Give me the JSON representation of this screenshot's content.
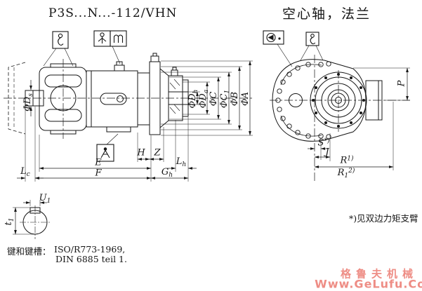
{
  "titles": {
    "left": "P3S...N...-112/VHN",
    "right": "空心轴，法兰"
  },
  "left_view": {
    "dims": {
      "ds": {
        "main": "ΦD",
        "sub": "s"
      },
      "dh": {
        "main": "ΦD",
        "sub": "h"
      },
      "da": {
        "main": "ΦD",
        "sub": "a"
      },
      "c": {
        "main": "ΦC",
        "sub": ""
      },
      "c1": {
        "main": "ΦC",
        "sub": "1"
      },
      "b": {
        "main": "ΦB",
        "sub": ""
      },
      "a": {
        "main": "ΦA",
        "sub": ""
      },
      "h": "H",
      "z": "Z",
      "e": "E",
      "f": "F",
      "lc": {
        "main": "L",
        "sub": "c"
      },
      "gh": {
        "main": "G",
        "sub": "h"
      },
      "lh": {
        "main": "L",
        "sub": "h"
      }
    },
    "icons": [
      "lifting-hook-icon",
      "breather-plug-icon",
      "oil-level-plug-icon",
      "oil-drain-plug-icon"
    ]
  },
  "right_view": {
    "dims": {
      "p": "P",
      "s": {
        "main": "S",
        "sup": "*)"
      },
      "j": "J",
      "r1": {
        "main": "R",
        "sup": "1)"
      },
      "r2": {
        "main": "R",
        "sub": "1",
        "sup": "2)"
      }
    },
    "icons": [
      "rotation-direction-icon",
      "lifting-hook-icon"
    ]
  },
  "key_detail": {
    "u1": {
      "main": "U",
      "sub": "1"
    },
    "t1": {
      "main": "t",
      "sub": "1"
    },
    "note_label": "键和键槽：",
    "note_line1": "ISO/R773-1969,",
    "note_line2": "DIN 6885 teil 1."
  },
  "footnote": "*)见双边力矩支臂",
  "watermark": {
    "line1": "格鲁夫机械",
    "line2": "Www.GeLufu.Com",
    "color": "#ee8d85"
  }
}
